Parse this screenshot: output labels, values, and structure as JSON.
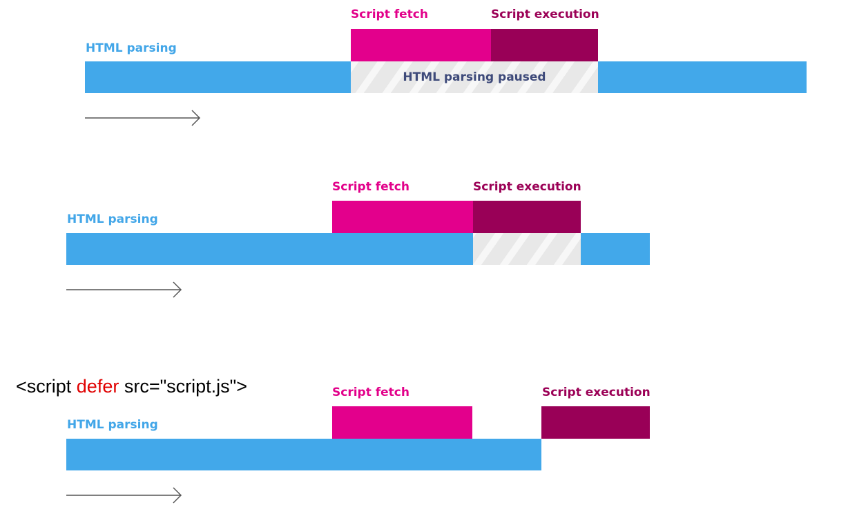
{
  "colors": {
    "html_parsing": "#42A8EA",
    "script_fetch": "#E3008C",
    "script_execution": "#990057",
    "paused": "#E6E6E6",
    "keyword": "#E00000"
  },
  "rows": [
    {
      "html_label": "HTML parsing",
      "fetch_label": "Script fetch",
      "exec_label": "Script execution",
      "paused_label": "HTML parsing paused"
    },
    {
      "html_label": "HTML parsing",
      "fetch_label": "Script fetch",
      "exec_label": "Script execution"
    },
    {
      "code": {
        "before": "<script ",
        "keyword": "defer",
        "after": " src=\"script.js\">"
      },
      "html_label": "HTML parsing",
      "fetch_label": "Script fetch",
      "exec_label": "Script execution"
    }
  ]
}
